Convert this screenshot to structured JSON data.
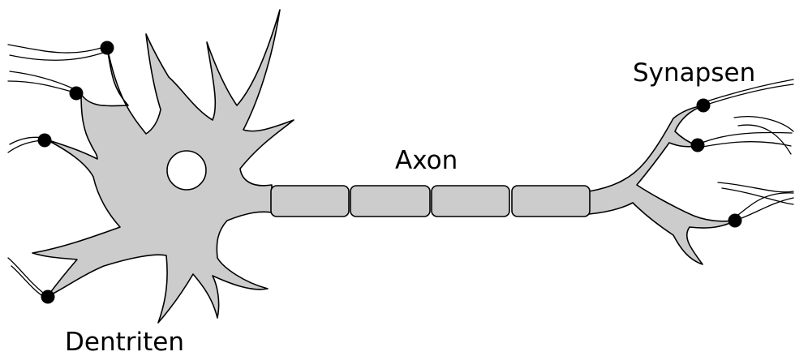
{
  "diagram": {
    "labels": {
      "dendrites": "Dentriten",
      "axon": "Axon",
      "synapses": "Synapsen"
    }
  },
  "colors": {
    "body_fill": "#cccccc",
    "outline": "#000000",
    "background": "#ffffff"
  }
}
